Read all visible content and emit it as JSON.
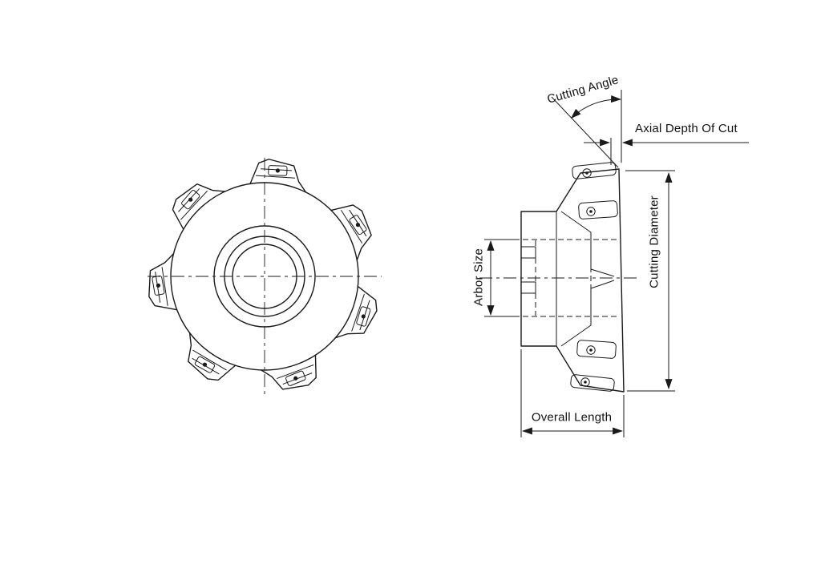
{
  "diagram": {
    "labels": {
      "cutting_angle": "Cutting Angle",
      "axial_depth_of_cut": "Axial Depth Of Cut",
      "cutting_diameter": "Cutting Diameter",
      "arbor_size": "Arbor Size",
      "overall_length": "Overall Length"
    },
    "colors": {
      "line": "#1a1a1a",
      "background": "#ffffff"
    }
  }
}
